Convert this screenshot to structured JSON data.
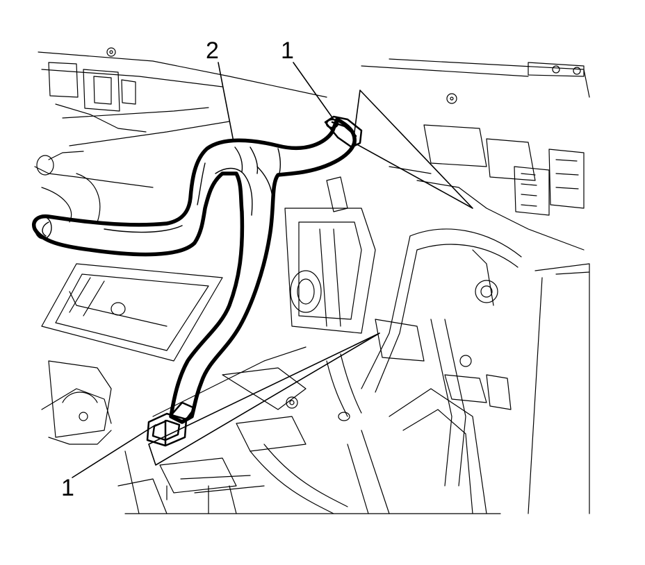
{
  "callouts": [
    {
      "id": "callout-2",
      "label": "2"
    },
    {
      "id": "callout-1-top",
      "label": "1"
    },
    {
      "id": "callout-1-bottom",
      "label": "1"
    }
  ],
  "colors": {
    "ink": "#000000",
    "paper": "#ffffff"
  }
}
